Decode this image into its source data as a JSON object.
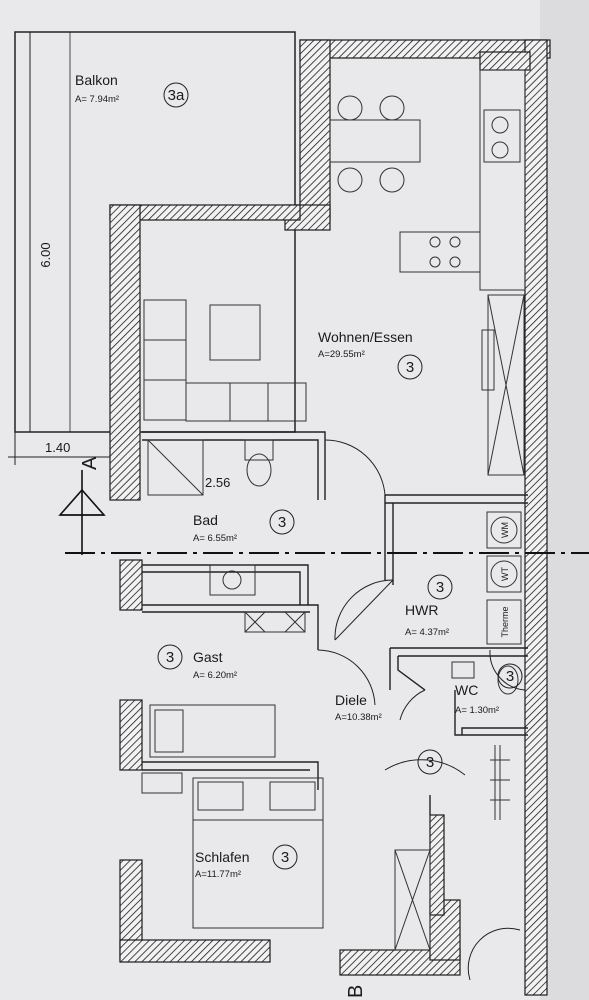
{
  "rooms": [
    {
      "id": "balkon",
      "name": "Balkon",
      "area": "A= 7.94m²",
      "marker": "3a"
    },
    {
      "id": "wohnen",
      "name": "Wohnen/Essen",
      "area": "A=29.55m²",
      "marker": "3"
    },
    {
      "id": "bad",
      "name": "Bad",
      "area": "A= 6.55m²",
      "marker": "3"
    },
    {
      "id": "hwr",
      "name": "HWR",
      "area": "A= 4.37m²",
      "marker": "3"
    },
    {
      "id": "gast",
      "name": "Gast",
      "area": "A= 6.20m²",
      "marker": "3"
    },
    {
      "id": "wc",
      "name": "WC",
      "area": "A= 1.30m²",
      "marker": "3"
    },
    {
      "id": "diele",
      "name": "Diele",
      "area": "A=10.38m²",
      "marker": "3"
    },
    {
      "id": "schlafen",
      "name": "Schlafen",
      "area": "A=11.77m²",
      "marker": "3"
    }
  ],
  "dimensions": {
    "balkon_depth": "6.00",
    "balkon_width": "1.40",
    "shower_height": "2.56"
  },
  "section_marks": {
    "left": "A",
    "bottom": "B"
  },
  "appliances": {
    "washer": "WM",
    "dryer": "WT",
    "boiler": "Therme"
  },
  "colors": {
    "wall_hatch": "#1c1c1c",
    "paper": "#e9e8ea",
    "line": "#222222"
  }
}
